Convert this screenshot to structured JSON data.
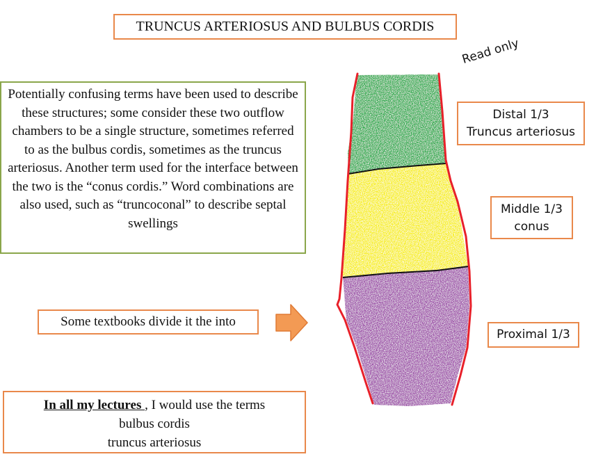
{
  "title": "TRUNCUS ARTERIOSUS AND BULBUS CORDIS",
  "read_only_note": "Read only",
  "intro_text": "Potentially confusing terms have been used to describe these structures; some consider these two outflow chambers to be a single structure, sometimes referred to as the bulbus cordis, sometimes as the truncus arteriosus. Another term used for the interface between the two is the “conus cordis.” Word combinations are also used, such as “truncoconal” to describe septal swellings",
  "textbooks_text": "Some textbooks  divide it the into",
  "lectures": {
    "lead": "In all my lectures ",
    "rest": ", I would use the terms",
    "term_1": "bulbus cordis",
    "term_2": "truncus arteriosus"
  },
  "labels": {
    "distal_line1": "Distal 1/3",
    "distal_line2": "Truncus arteriosus",
    "middle_line1": "Middle 1/3",
    "middle_line2": "conus",
    "proximal": "Proximal 1/3"
  },
  "colors": {
    "box_orange": "#e9884a",
    "box_green": "#8aa64a",
    "segment_distal": "#23a844",
    "segment_middle": "#f7ee00",
    "segment_proximal": "#9b4aa7",
    "outline": "#e8202a",
    "arrow_fill": "#f39a54"
  }
}
